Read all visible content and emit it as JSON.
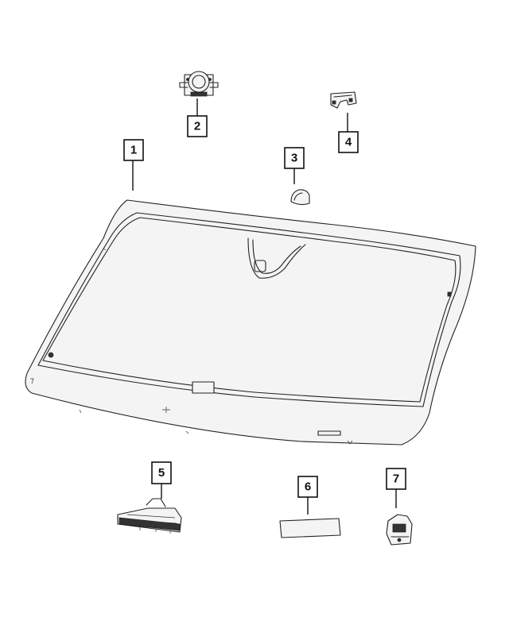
{
  "callouts": [
    {
      "id": "1",
      "label": "1"
    },
    {
      "id": "2",
      "label": "2"
    },
    {
      "id": "3",
      "label": "3"
    },
    {
      "id": "4",
      "label": "4"
    },
    {
      "id": "5",
      "label": "5"
    },
    {
      "id": "6",
      "label": "6"
    },
    {
      "id": "7",
      "label": "7"
    }
  ],
  "colors": {
    "line": "#222222",
    "background": "#ffffff"
  }
}
